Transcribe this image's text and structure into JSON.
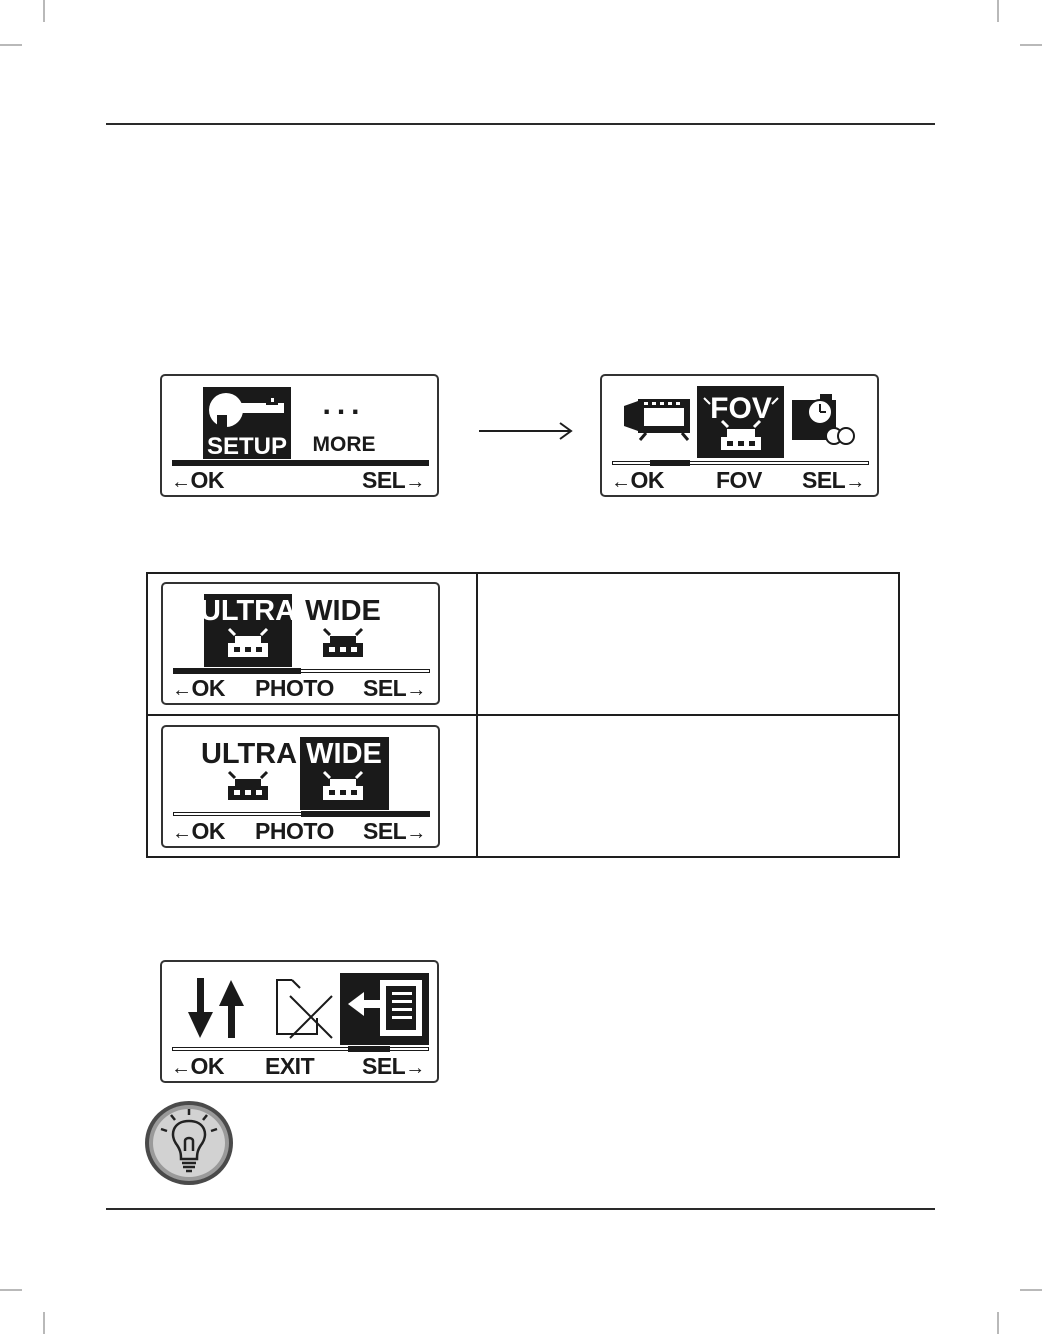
{
  "setup_screen": {
    "icon": "wrench-key-icon",
    "selected_label": "SETUP",
    "dots": "...",
    "more_label": "MORE",
    "left_key": "OK",
    "right_key": "SEL"
  },
  "fov_screen": {
    "icon_left": "video-camera-icon",
    "selected_title": "FOV",
    "icon_right": "timer-loop-icon",
    "left_key": "OK",
    "center_key": "FOV",
    "right_key": "SEL"
  },
  "fov_table": {
    "rows": [
      {
        "label_a": "ULTRA",
        "label_b": "WIDE",
        "selected": "ULTRA",
        "left_key": "OK",
        "center_key": "PHOTO",
        "right_key": "SEL",
        "description": ""
      },
      {
        "label_a": "ULTRA",
        "label_b": "WIDE",
        "selected": "WIDE",
        "left_key": "OK",
        "center_key": "PHOTO",
        "right_key": "SEL",
        "description": ""
      }
    ]
  },
  "exit_screen": {
    "icon_left": "up-down-arrows-icon",
    "icon_center": "exit-doc-icon",
    "icon_right": "back-list-icon",
    "left_key": "OK",
    "center_key": "EXIT",
    "right_key": "SEL"
  },
  "tip": {
    "icon": "lightbulb-icon"
  }
}
